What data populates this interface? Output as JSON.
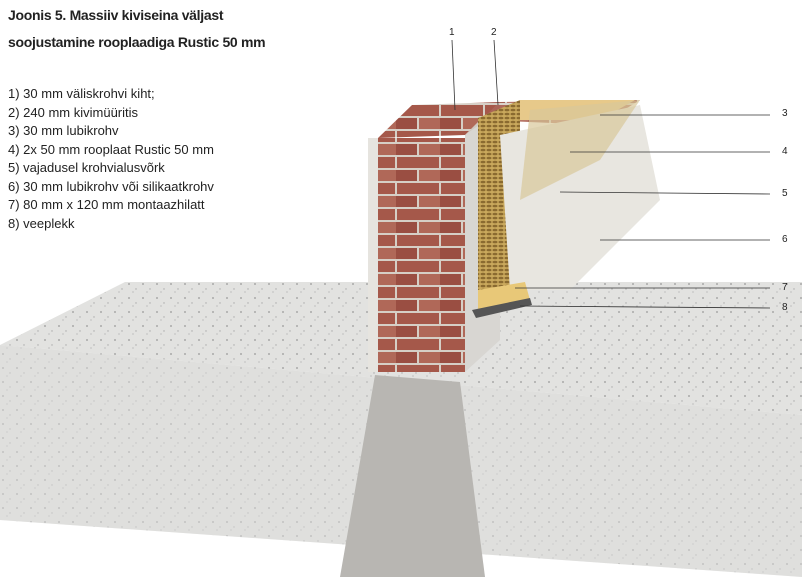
{
  "title_line1": "Joonis 5. Massiiv kiviseina väljast",
  "title_line2": "soojustamine rooplaadiga Rustic 50 mm",
  "legend": [
    "1)  30 mm väliskrohvi kiht;",
    "2) 240 mm kivimüüritis",
    "3)  30 mm lubikrohv",
    "4)  2x 50 mm rooplaat Rustic 50 mm",
    "5)  vajadusel krohvialusvõrk",
    "6)  30 mm lubikrohv või silikaatkrohv",
    "7)  80 mm x 120 mm montaazhilatt",
    "8)  veeplekk"
  ],
  "callouts": [
    "1",
    "2",
    "3",
    "4",
    "5",
    "6",
    "7",
    "8"
  ],
  "colors": {
    "brick": "#a5584a",
    "mortar": "#d9d3cc",
    "concrete": "#e3e3e1",
    "reed": "#c9a85c",
    "plaster": "#e8e6e0",
    "batten": "#e8c878"
  }
}
